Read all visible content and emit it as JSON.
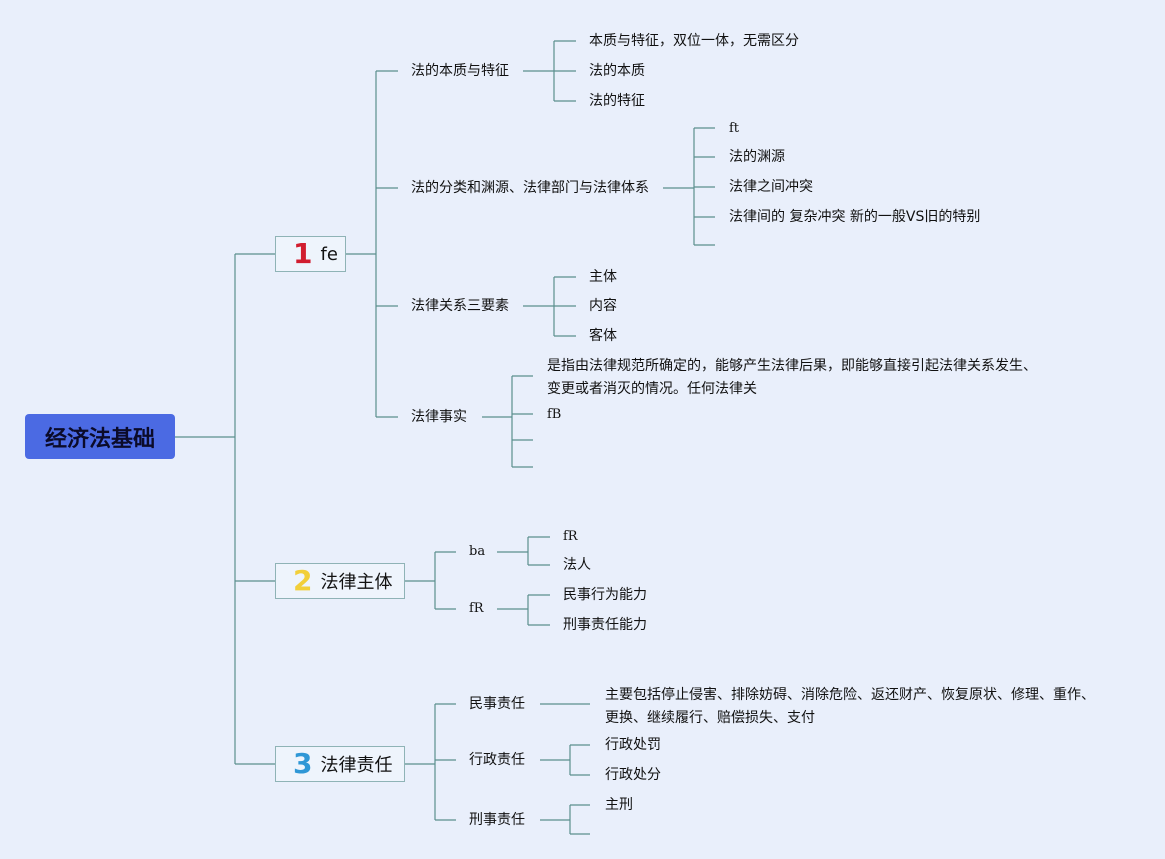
{
  "root": {
    "label": "经济法基础"
  },
  "branches": [
    {
      "number": "1",
      "label": "fe"
    },
    {
      "number": "2",
      "label": "法律主体"
    },
    {
      "number": "3",
      "label": "法律责任"
    }
  ],
  "b1": {
    "essence": {
      "label": "法的本质与特征",
      "children": [
        "本质与特征，双位一体，无需区分",
        "法的本质",
        "法的特征"
      ]
    },
    "classification": {
      "label": "法的分类和渊源、法律部门与法律体系",
      "children": [
        "ft",
        "法的渊源",
        "法律之间冲突",
        "法律间的 复杂冲突 新的一般VS旧的特别"
      ]
    },
    "relation": {
      "label": "法律关系三要素",
      "children": [
        "主体",
        "内容",
        "客体"
      ]
    },
    "facts": {
      "label": "法律事实",
      "definition": "是指由法律规范所确定的，能够产生法律后果，即能够直接引起法律关系发生、变更或者消灭的情况。任何法律关",
      "children": [
        "fB"
      ]
    }
  },
  "b2": {
    "ba": {
      "label": "ba",
      "children": [
        "fR",
        "法人"
      ]
    },
    "fr": {
      "label": "fR",
      "children": [
        "民事行为能力",
        "刑事责任能力"
      ]
    }
  },
  "b3": {
    "civil": {
      "label": "民事责任",
      "children": [
        "主要包括停止侵害、排除妨碍、消除危险、返还财产、恢复原状、修理、重作、更换、继续履行、赔偿损失、支付"
      ]
    },
    "admin": {
      "label": "行政责任",
      "children": [
        "行政处罚",
        "行政处分"
      ]
    },
    "criminal": {
      "label": "刑事责任",
      "children": [
        "主刑"
      ]
    }
  },
  "colors": {
    "root": "#4b6ae3",
    "line": "#5b8f8d",
    "background": "#e9effb"
  }
}
